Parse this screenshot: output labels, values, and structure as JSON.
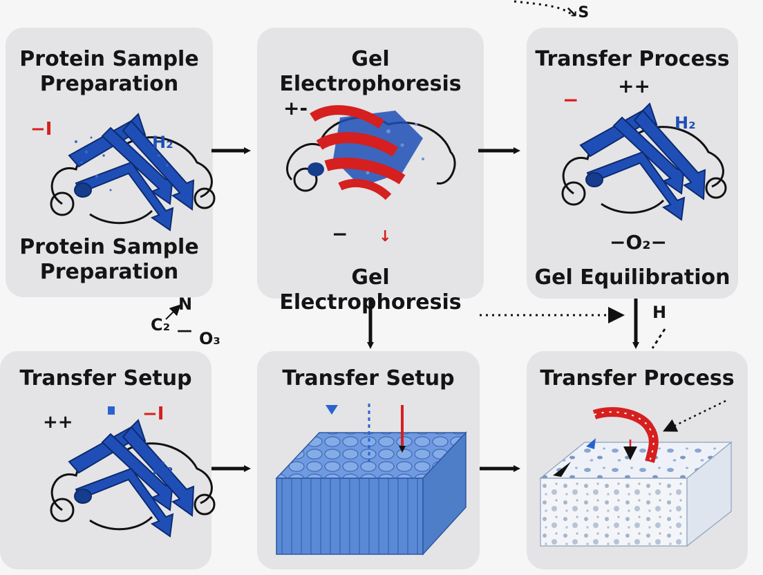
{
  "panels": {
    "p1": {
      "title": "Protein Sample Preparation",
      "subtitle": "Protein Sample Preparation"
    },
    "p2": {
      "title": "Gel Electrophoresis",
      "subtitle": "Gel Electrophoresis"
    },
    "p3": {
      "title": "Transfer Process",
      "subtitle": "Gel Equilibration"
    },
    "p4": {
      "title": "Transfer Setup"
    },
    "p5": {
      "title": "Transfer Setup"
    },
    "p6": {
      "title": "Transfer Process"
    }
  },
  "labels": {
    "p1_charge": "−I",
    "p1_h": "H₂",
    "p2_charge": "+-",
    "p2_minus": "−",
    "p2_arrow": "↓",
    "p3_minus": "−",
    "p3_plus": "++",
    "p3_h": "H₂",
    "p3_o2": "−O₂−",
    "p4_plus": "++",
    "p4_minus": "−I",
    "p4_h": "H₂",
    "chem_n": "N",
    "chem_c": "C₂",
    "chem_o": "O₃",
    "chem_dash": "—",
    "top_s": "↘S",
    "h_near_arrow": "H"
  },
  "colors": {
    "panel_bg": "#e4e4e6",
    "page_bg": "#f6f6f7",
    "protein_blue": "#1f4fb6",
    "helix_red": "#d61f1f",
    "membrane_blue": "#5a8ad6",
    "foam_white": "#eef2f8"
  }
}
